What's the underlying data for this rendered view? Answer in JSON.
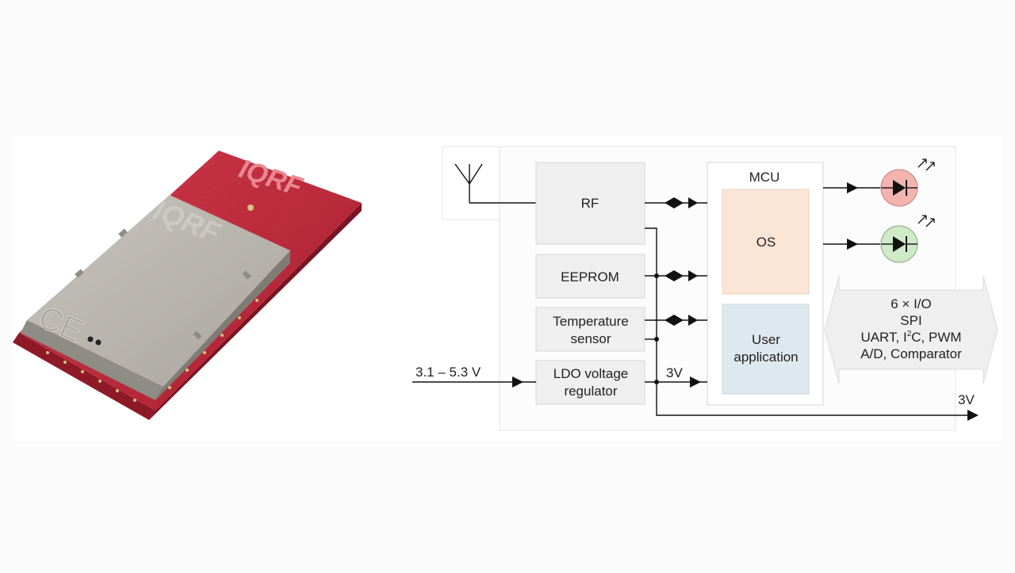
{
  "diagram": {
    "rf_label": "RF",
    "eeprom_label": "EEPROM",
    "temp_label_line1": "Temperature",
    "temp_label_line2": "sensor",
    "ldo_label_line1": "LDO voltage",
    "ldo_label_line2": "regulator",
    "mcu_label": "MCU",
    "os_label": "OS",
    "user_app_line1": "User",
    "user_app_line2": "application",
    "input_voltage": "3.1 – 5.3 V",
    "internal_voltage": "3V",
    "output_voltage": "3V",
    "io_line1": "6 × I/O",
    "io_line2": "SPI",
    "io_line3_pre": "UART, I",
    "io_line3_sup": "2",
    "io_line3_post": "C, PWM",
    "io_line4": "A/D, Comparator"
  },
  "module": {
    "pcb_logo": "IQRF",
    "shield_logo": "IQRF",
    "ce_mark": "CE"
  },
  "colors": {
    "pcb_red": "#c0283a",
    "shield_gray": "#b9b6ae",
    "os_fill": "#fbe6d6",
    "user_app_fill": "#dde9ee",
    "led_red": "#f3b4b0",
    "led_green": "#cfe9c9",
    "panel_gray": "#efefef"
  }
}
